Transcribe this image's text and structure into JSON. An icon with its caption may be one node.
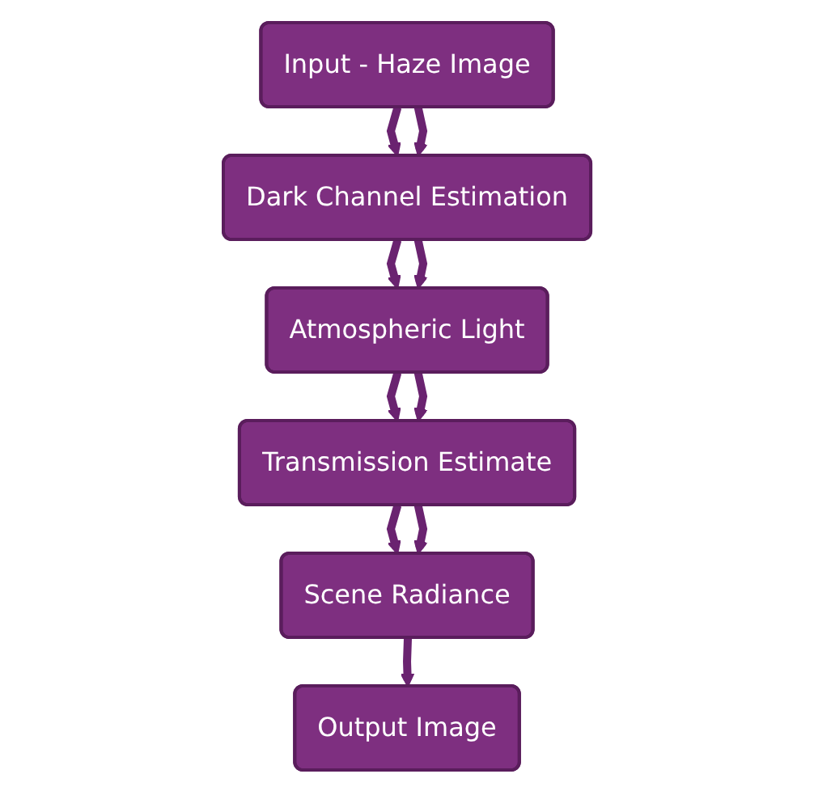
{
  "diagram": {
    "nodes": [
      {
        "text": [
          "Input - Haze Image"
        ]
      },
      {
        "text": [
          "Dark Channel Estimation"
        ]
      },
      {
        "text": [
          "Atmospheric Light"
        ]
      },
      {
        "text": [
          "Transmission Estimate"
        ]
      },
      {
        "text": [
          "Scene Radiance"
        ]
      },
      {
        "text": [
          "Output Image"
        ]
      }
    ],
    "edges": [
      {
        "from": 0,
        "to": 1,
        "arrow": "to"
      },
      {
        "from": 0,
        "to": 1,
        "arrow": "to"
      },
      {
        "from": 1,
        "to": 2,
        "arrow": "to"
      },
      {
        "from": 1,
        "to": 2,
        "arrow": "to"
      },
      {
        "from": 2,
        "to": 3,
        "arrow": "to"
      },
      {
        "from": 2,
        "to": 3,
        "arrow": "to"
      },
      {
        "from": 3,
        "to": 4,
        "arrow": "to"
      },
      {
        "from": 3,
        "to": 4,
        "arrow": "to"
      },
      {
        "from": 4,
        "to": 5,
        "arrow": "to"
      }
    ]
  }
}
